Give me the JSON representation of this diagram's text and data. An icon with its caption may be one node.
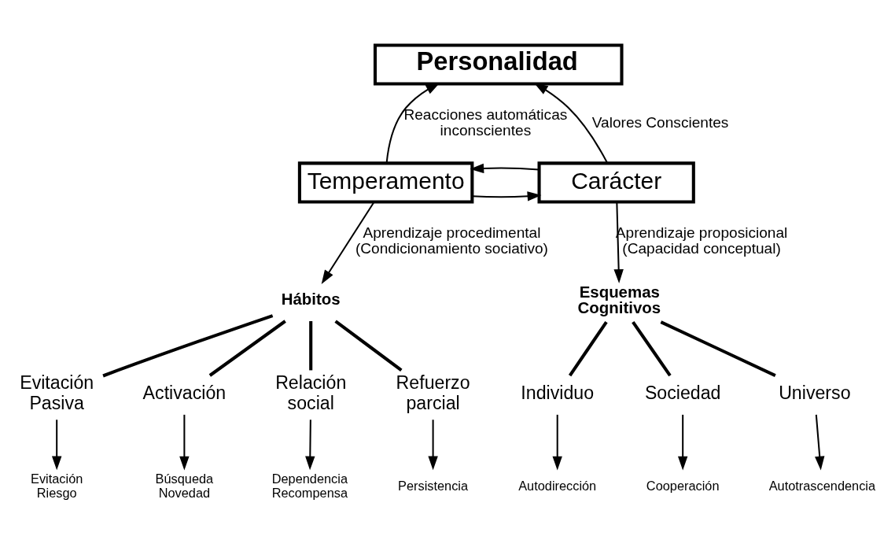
{
  "diagram": {
    "nodes": [
      {
        "text": [
          "Personalidad"
        ]
      },
      {
        "text": [
          "Temperamento"
        ]
      },
      {
        "text": [
          "Carácter"
        ]
      },
      {
        "text": [
          "Hábitos"
        ]
      },
      {
        "text": [
          "Esquemas Cognitivos"
        ]
      },
      {
        "text": [
          "Evitación Pasiva"
        ]
      },
      {
        "text": [
          "Activación"
        ]
      },
      {
        "text": [
          "Relación social"
        ]
      },
      {
        "text": [
          "Refuerzo parcial"
        ]
      },
      {
        "text": [
          "Individuo"
        ]
      },
      {
        "text": [
          "Sociedad"
        ]
      },
      {
        "text": [
          "Universo"
        ]
      },
      {
        "text": [
          "Evitación Riesgo"
        ]
      },
      {
        "text": [
          "Búsqueda Novedad"
        ]
      },
      {
        "text": [
          "Dependencia Recompensa"
        ]
      },
      {
        "text": [
          "Persistencia"
        ]
      },
      {
        "text": [
          "Autodirección"
        ]
      },
      {
        "text": [
          "Cooperación"
        ]
      },
      {
        "text": [
          "Autotrascendencia"
        ]
      }
    ],
    "edges": [
      {
        "from": 1,
        "to": 0,
        "arrow": "to",
        "label": "Reacciones automáticas inconscientes"
      },
      {
        "from": 2,
        "to": 0,
        "arrow": "to",
        "label": "Valores Conscientes"
      },
      {
        "from": 1,
        "to": 2,
        "arrow": "to"
      },
      {
        "from": 2,
        "to": 1,
        "arrow": "to"
      },
      {
        "from": 1,
        "to": 3,
        "arrow": "to",
        "label": "Aprendizaje procedimental (Condicionamiento sociativo)"
      },
      {
        "from": 2,
        "to": 4,
        "arrow": "to",
        "label": "Aprendizaje proposicional (Capacidad conceptual)"
      },
      {
        "from": 3,
        "to": 5,
        "arrow": "none",
        "style": "thick"
      },
      {
        "from": 3,
        "to": 6,
        "arrow": "none",
        "style": "thick"
      },
      {
        "from": 3,
        "to": 7,
        "arrow": "none",
        "style": "thick"
      },
      {
        "from": 3,
        "to": 8,
        "arrow": "none",
        "style": "thick"
      },
      {
        "from": 4,
        "to": 9,
        "arrow": "none",
        "style": "thick"
      },
      {
        "from": 4,
        "to": 10,
        "arrow": "none",
        "style": "thick"
      },
      {
        "from": 4,
        "to": 11,
        "arrow": "none",
        "style": "thick"
      },
      {
        "from": 5,
        "to": 12,
        "arrow": "to"
      },
      {
        "from": 6,
        "to": 13,
        "arrow": "to"
      },
      {
        "from": 7,
        "to": 14,
        "arrow": "to"
      },
      {
        "from": 8,
        "to": 15,
        "arrow": "to"
      },
      {
        "from": 9,
        "to": 16,
        "arrow": "to"
      },
      {
        "from": 10,
        "to": 17,
        "arrow": "to"
      },
      {
        "from": 11,
        "to": 18,
        "arrow": "to"
      }
    ]
  }
}
